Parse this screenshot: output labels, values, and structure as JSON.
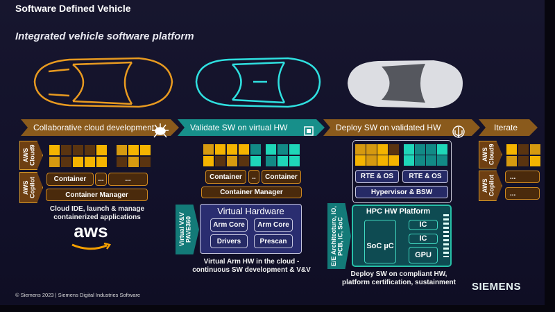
{
  "header": {
    "title": "Software Defined Vehicle",
    "subtitle": "Integrated vehicle software platform"
  },
  "colors": {
    "orange": "#f5b400",
    "teal": "#1fd6b8",
    "banner_orange": "#8a5a1c",
    "banner_teal": "#178f8a",
    "background": "#14132a"
  },
  "stages": [
    {
      "label": "Collaborative cloud development",
      "icon": "cloud-network-icon"
    },
    {
      "label": "Validate SW on virtual HW",
      "icon": "chip-icon"
    },
    {
      "label": "Deploy SW on validated HW",
      "icon": "circuit-tree-icon"
    },
    {
      "label": "Iterate"
    }
  ],
  "col1": {
    "tab1": "AWS Cloud9",
    "tab2": "AWS Copilot",
    "container": "Container",
    "dots1": "...",
    "dots2": "...",
    "manager": "Container Manager",
    "caption": "Cloud IDE, launch & manage containerized applications",
    "logo": "aws"
  },
  "col2": {
    "tab": "Virtual V&V PAVE360",
    "container1": "Container",
    "dots": "..",
    "container2": "Container",
    "manager": "Container Manager",
    "vh_title": "Virtual Hardware",
    "arm1": "Arm Core",
    "arm2": "Arm Core",
    "drivers": "Drivers",
    "prescan": "Prescan",
    "caption": "Virtual Arm HW in the cloud - continuous SW development & V&V"
  },
  "col3": {
    "rte1": "RTE & OS",
    "rte2": "RTE & OS",
    "hypervisor": "Hypervisor & BSW",
    "tab": "E/E Architecture, IO, PCB, IC, SoC",
    "hpc_title": "HPC HW Platform",
    "soc": "SoC µC",
    "ic1": "IC",
    "ic2": "IC",
    "gpu": "GPU",
    "caption": "Deploy SW on compliant HW, platform certification, sustainment"
  },
  "col4": {
    "tab1": "AWS Cloud9",
    "tab2": "AWS Copilot",
    "dots1": "...",
    "dots2": "..."
  },
  "footer": {
    "copyright": "© Siemens 2023 | Siemens Digital Industries Software",
    "brand": "SIEMENS"
  }
}
